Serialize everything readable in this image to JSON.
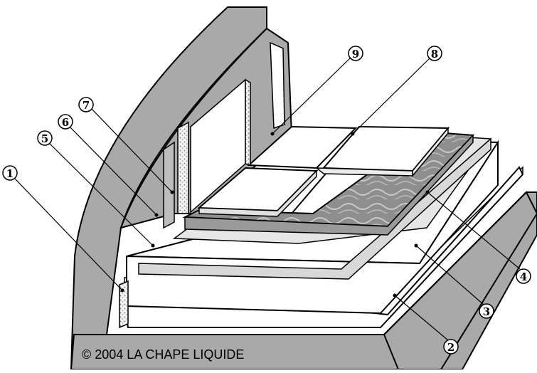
{
  "diagram": {
    "copyright": "© 2004 LA CHAPE LIQUIDE",
    "callouts": [
      {
        "id": "c1",
        "label": "1"
      },
      {
        "id": "c2",
        "label": "2"
      },
      {
        "id": "c3",
        "label": "3"
      },
      {
        "id": "c4",
        "label": "4"
      },
      {
        "id": "c5",
        "label": "5"
      },
      {
        "id": "c6",
        "label": "6"
      },
      {
        "id": "c7",
        "label": "7"
      },
      {
        "id": "c8",
        "label": "8"
      },
      {
        "id": "c9",
        "label": "9"
      }
    ]
  },
  "colors": {
    "wall": "#a9a9a9",
    "outline": "#000000",
    "slab": "#ffffff",
    "screed": "#dcdcdc",
    "wood": "#8f8f8f",
    "tile": "#ffffff"
  }
}
